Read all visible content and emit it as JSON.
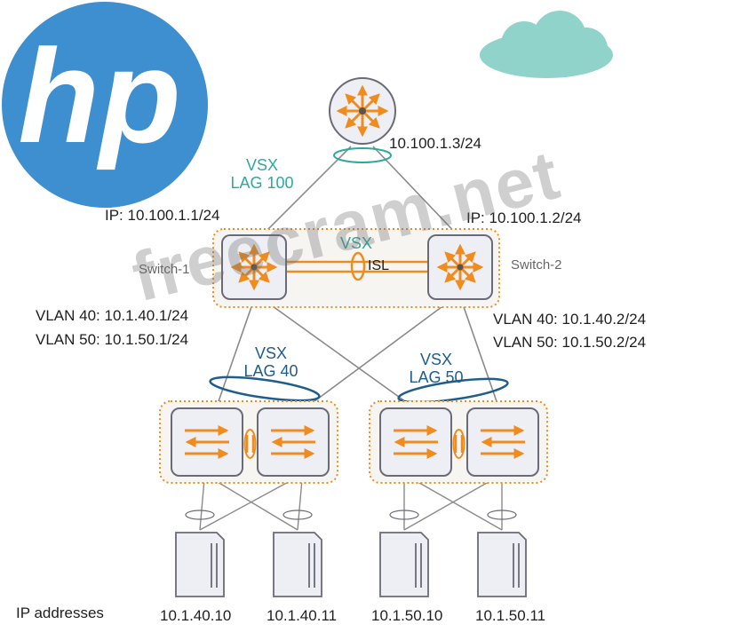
{
  "router": {
    "ip": "10.100.1.3/24"
  },
  "vsx_lag_100": {
    "line1": "VSX",
    "line2": "LAG 100"
  },
  "core": {
    "vsx_label": "VSX",
    "isl_label": "ISL",
    "switch1": {
      "name": "Switch-1",
      "ip": "IP: 10.100.1.1/24",
      "vlan40": "VLAN 40: 10.1.40.1/24",
      "vlan50": "VLAN 50: 10.1.50.1/24"
    },
    "switch2": {
      "name": "Switch-2",
      "ip": "IP: 10.100.1.2/24",
      "vlan40": "VLAN 40: 10.1.40.2/24",
      "vlan50": "VLAN 50: 10.1.50.2/24"
    }
  },
  "vsx_lag_40": {
    "line1": "VSX",
    "line2": "LAG 40"
  },
  "vsx_lag_50": {
    "line1": "VSX",
    "line2": "LAG 50"
  },
  "servers": {
    "caption": "IP addresses",
    "ips": [
      "10.1.40.10",
      "10.1.40.11",
      "10.1.50.10",
      "10.1.50.11"
    ]
  },
  "watermark": "freecram.net",
  "logo": "hp",
  "colors": {
    "orange": "#f08c1e",
    "teal": "#2fa89e",
    "blue": "#1f5d8c",
    "cloud": "#8fd3cb",
    "hp_blue": "#3e8fd0",
    "device_fill": "#eeeff4",
    "device_stroke": "#6b6b78"
  }
}
